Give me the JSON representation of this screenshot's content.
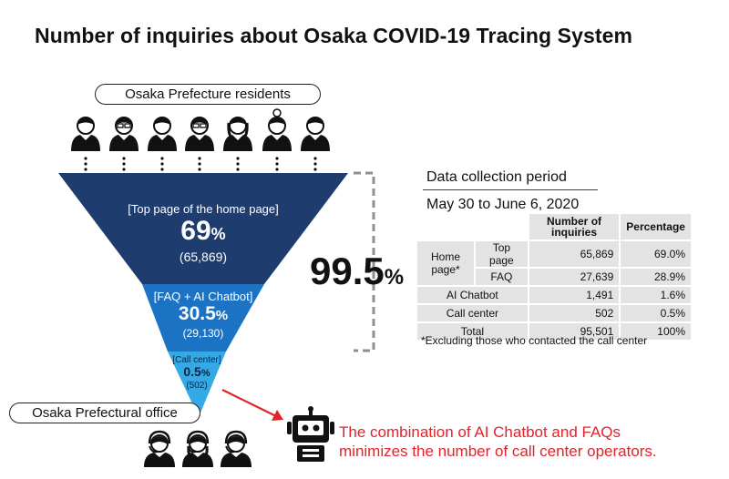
{
  "title": "Number of inquiries about Osaka COVID-19 Tracing System",
  "residents_label": "Osaka Prefecture residents",
  "office_label": "Osaka Prefectural office",
  "funnel": {
    "top": {
      "label": "[Top page of the home page]",
      "pct": "69",
      "unit": "%",
      "count": "(65,869)",
      "color": "#1f3c6e"
    },
    "mid": {
      "label": "[FAQ + AI Chatbot]",
      "pct": "30.5",
      "unit": "%",
      "count": "(29,130)",
      "color": "#1c73c4"
    },
    "bottom": {
      "label": "[Call center]",
      "pct": "0.5",
      "unit": "%",
      "count": "(502)",
      "color": "#35a8e6"
    }
  },
  "total_share": {
    "value": "99.5",
    "unit": "%"
  },
  "period": {
    "heading": "Data collection period",
    "dates": "May 30 to June 6, 2020"
  },
  "table": {
    "headers": [
      "Number of inquiries",
      "Percentage"
    ],
    "group_label": "Home page*",
    "rows": [
      {
        "label": "Top page",
        "count": "65,869",
        "pct": "69.0%"
      },
      {
        "label": "FAQ",
        "count": "27,639",
        "pct": "28.9%"
      },
      {
        "label": "AI Chatbot",
        "count": "1,491",
        "pct": "1.6%"
      },
      {
        "label": "Call center",
        "count": "502",
        "pct": "0.5%"
      },
      {
        "label": "Total",
        "count": "95,501",
        "pct": "100%"
      }
    ]
  },
  "footnote": "*Excluding those who contacted the call center",
  "message": {
    "line1": "The combination of AI Chatbot and FAQs",
    "line2": "minimizes the number of call center operators.",
    "color": "#e0242a"
  },
  "icons": {
    "residents": [
      "person-icon",
      "person-glasses-icon",
      "elderly-man-icon",
      "person-glasses-icon",
      "woman-icon",
      "elderly-woman-icon",
      "person-icon"
    ],
    "operators": [
      "operator-headset-icon",
      "operator-headset-icon",
      "operator-headset-icon"
    ],
    "robot": "robot-icon"
  }
}
